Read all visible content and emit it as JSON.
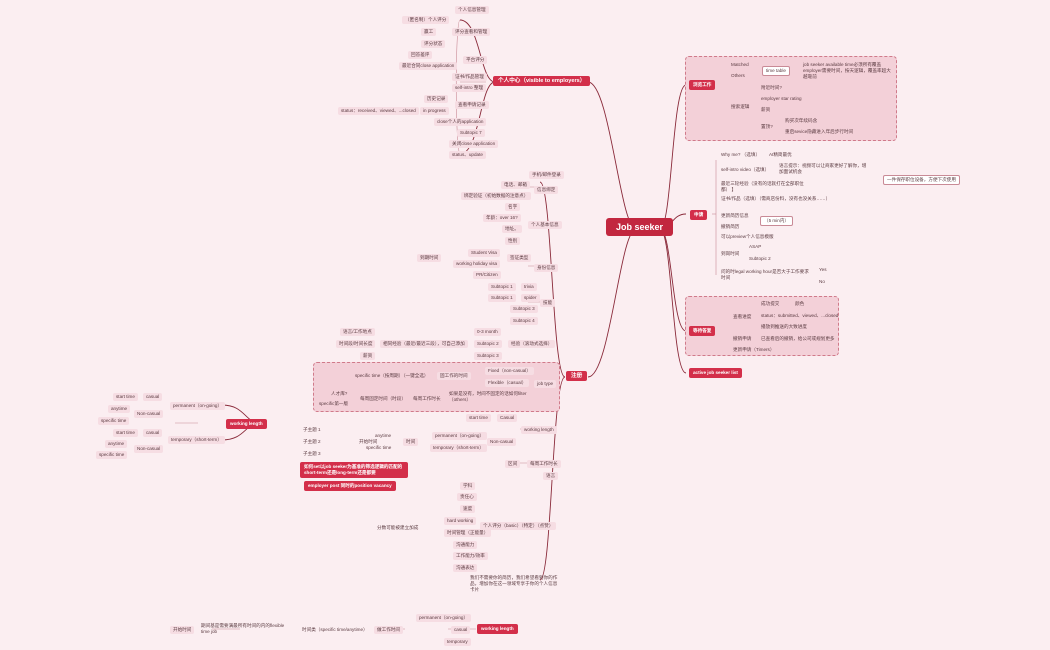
{
  "root": "Job seeker",
  "upper_right": {
    "browse": "浏览工作",
    "matched": "Matched",
    "others": "Others",
    "time_table": "time table",
    "time_table_note": "job seeker available time必须所有覆盖 employer需要时间，按天逻辑，覆盖率超大越靠前",
    "search_logic": "搜索逻辑",
    "radius": "附近时间?",
    "employer_star": "employer star rating",
    "salary": "薪资",
    "pin": "置顶?",
    "pin_a": "购买次年续码含",
    "pin_b": "重启sevice隐藏进入年后步行时间"
  },
  "apply_branch": {
    "apply": "申请",
    "why_me": "Why me? （选填）",
    "why_me_note": "AI精简最优",
    "self_intro": "self-intro video（选填）",
    "self_intro_note": "语言提示：视频可以让商家更好了解你，增加面试机会",
    "contract": "最近三轮经验（没有的话就打在全部职位都） 】",
    "cert": "证书/作品（选填）（需商店份料，没有也没关系……）",
    "resume_update": "更新简历信息",
    "resume_time": "（5 min内）",
    "edit_resume": "撤销简历",
    "preview": "可以preview个人信息模版",
    "start_time": "到岗时间",
    "asap": "ASAP",
    "subtopic2": "Subtopic 2",
    "legal_hours": "问的时legal working hour是否大于工作要求时间",
    "yes": "Yes",
    "no": "No",
    "note_right": "一件保存职位设备，方便下次使用"
  },
  "wait": {
    "title": "等待答复",
    "view_progress": "查看进度",
    "success": "成功提交",
    "deliver": "颜色",
    "status": "status：submitted、viewed、...closed",
    "progress_hint": "播放到推送的大致进度",
    "withdraw": "撤销申请",
    "withdraw_note": "已查看后的撤销，给公司或规划更多",
    "update": "更新申请（Timers）"
  },
  "active_list": "active job seeker list",
  "personal": {
    "title": "个人中心（visible to employers）",
    "info_mgmt": "个人信息管理",
    "review_mgmt": "评分查看和管理",
    "anon": "（匿名制）个人评分",
    "trust": "赢工",
    "rating_status": "评分状态",
    "rating": "平台评分",
    "feedback": "回答差评",
    "close_app": "最近合同close application",
    "cert_mgmt": "证书/作品管理",
    "self_intro_mgmt": "self-intro 整理",
    "history": "查看申请记录",
    "history_rec": "历史记录",
    "in_progress": "in progress",
    "status_line": "status：received、viewed、...closed",
    "close_personal": "close个人的application",
    "subtopic7": "Subtopic 7",
    "close_app2": "关闭close application",
    "status_update": "status、update"
  },
  "register": {
    "title": "注册",
    "phone_login": "手机/邮件登录",
    "verify_code": "电话、邮箱",
    "bind": "绑定验证（初始数据的注意点）",
    "bind_title": "信息绑定",
    "nickname": "名字",
    "age": "年龄：over 16?",
    "address": "地址。",
    "gender": "性别",
    "basic_info": "个人基本信息",
    "visa": "Student Visa",
    "working_holiday": "working holiday visa",
    "visa_type": "签证类型",
    "visa_expire": "到期时间",
    "pr": "PR/Citizen",
    "id_info": "身份信息",
    "subtopic1a": "Subtopic 1",
    "subtopic1b": "Subtopic 1",
    "subtopic3": "Subtopic 3",
    "subtopic4": "Subtopic 4",
    "trivia": "trivia",
    "spider": "spider",
    "skills": "技能",
    "lang_cert": "语言/工作地点",
    "time_pref": "时间段/时间长度",
    "salary2": "薪资",
    "exp": "相同经验（最近/最近三段），可自己添加",
    "range0": "0-3 month",
    "subtopic2b": "Subtopic 2",
    "subtopic3b": "Subtopic 3",
    "exp_title": "经验（滚动式选择）",
    "specific_time": "specific time（按周期）（一键全选）",
    "fixed": "Fixed（non-casual）",
    "flexible": "Flexible（casual）",
    "fixed_time": "固工作的时间",
    "job_type": "job type",
    "who": "人才库?",
    "specific_first": "specific第一版",
    "every_week": "每周固定时间（时段）",
    "weekly_choice": "每周工作时长",
    "weekly_note": "如果是没有，时间不固定的话如何filter（others）",
    "start_time2": "start time",
    "casual": "Casual",
    "working_length": "working length",
    "permanent": "permanent（on-going）",
    "temporary": "temporary（short-term）",
    "non_casual": "Non-casual",
    "anytime": "anytime",
    "specific_time2": "specific time",
    "time_title": "时间",
    "start_title": "开始时间",
    "sub1": "子主题 1",
    "sub2": "子主题 2",
    "sub3": "子主题 3",
    "note_red1": "如何set以job seeker为基准的筛选逻辑的匹配的 short-term还是long-term还是都要",
    "note_red2": "employer post 同时的position vacancy",
    "week_hours": "每周工作时长",
    "alt": "区间",
    "loc": "语言",
    "labels_title": "分数可能被建立加成",
    "learn": "学科",
    "resp": "责任心",
    "speed": "速度",
    "hard_working": "hard working",
    "time_mgmt": "时间管理（正能量）",
    "comm": "沟通能力",
    "work_exp": "工作能力/效率",
    "teamwork": "沟通表达",
    "labels": "个人评分（basic）（特定）（点赞）",
    "footer_note": "我们不需要你的简历，我们希望看到你的作品，增加你在这一领域专享于你的个人信息卡片"
  },
  "left_working": {
    "title": "working length",
    "start_time_a": "start time",
    "casual_a": "casual",
    "anytime_a": "anytime",
    "non_casual_a": "Non-casual",
    "specific_a": "specific time",
    "permanent_a": "permanent（on-going）",
    "start_time_b": "start time",
    "casual_b": "casual",
    "anytime_b": "anytime",
    "non_casual_b": "Non-casual",
    "specific_b": "specific time",
    "temporary_b": "temporary（short-term）"
  },
  "bottom": {
    "open_time": "开始时间",
    "open_note": "期间基是需要满最所有时间的内的flexible time job",
    "period_type": "时间类（specific time/anytime）",
    "work_time": "做工作时间",
    "permanent": "permanent（on-going）",
    "casual": "casual",
    "temporary": "temporary",
    "working_length": "working length"
  }
}
